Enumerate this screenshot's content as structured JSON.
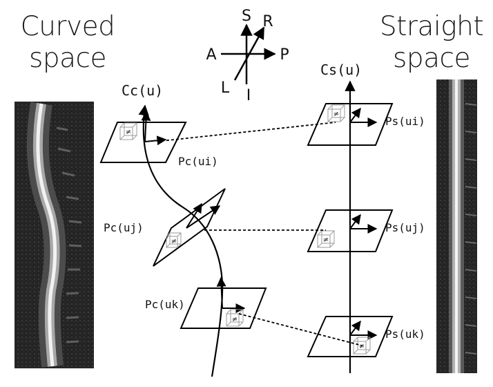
{
  "titles": {
    "curved_line1": "Curved",
    "curved_line2": "space",
    "straight_line1": "Straight",
    "straight_line2": "space"
  },
  "axes": {
    "superior": "S",
    "inferior": "I",
    "right": "R",
    "left": "L",
    "anterior": "A",
    "posterior": "P"
  },
  "curves": {
    "curved_label": "Cc(u)",
    "straight_label": "Cs(u)"
  },
  "planes": {
    "curved": [
      {
        "label": "Pc(ui)"
      },
      {
        "label": "Pc(uj)"
      },
      {
        "label": "Pc(uk)"
      }
    ],
    "straight": [
      {
        "label": "Ps(ui)"
      },
      {
        "label": "Ps(uj)"
      },
      {
        "label": "Ps(uk)"
      }
    ]
  },
  "voxel_symbol": "≠",
  "colors": {
    "line": "#000000",
    "voxel": "#9a9a9a",
    "mri_background": "#1c1c1c"
  }
}
